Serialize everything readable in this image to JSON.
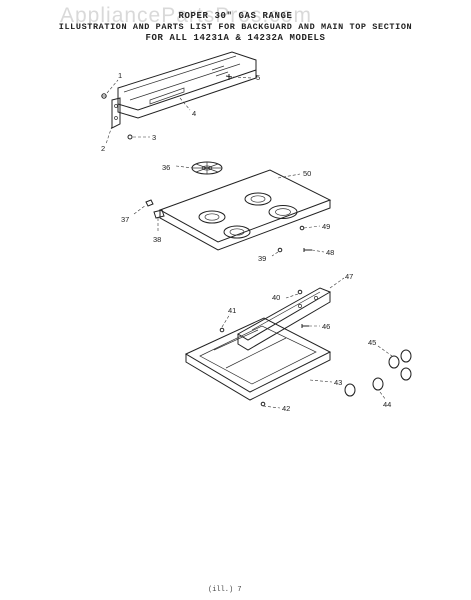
{
  "header": {
    "line1": "ROPER 30\" GAS RANGE",
    "line2": "ILLUSTRATION AND PARTS LIST FOR BACKGUARD AND MAIN TOP SECTION",
    "line3": "FOR ALL 14231A & 14232A MODELS"
  },
  "watermark": "AppliancePartsPros.com",
  "footer": "(ill.) 7",
  "callouts": [
    "1",
    "2",
    "3",
    "4",
    "5",
    "36",
    "50",
    "37",
    "38",
    "49",
    "48",
    "39",
    "47",
    "40",
    "41",
    "46",
    "45",
    "43",
    "44",
    "42"
  ]
}
